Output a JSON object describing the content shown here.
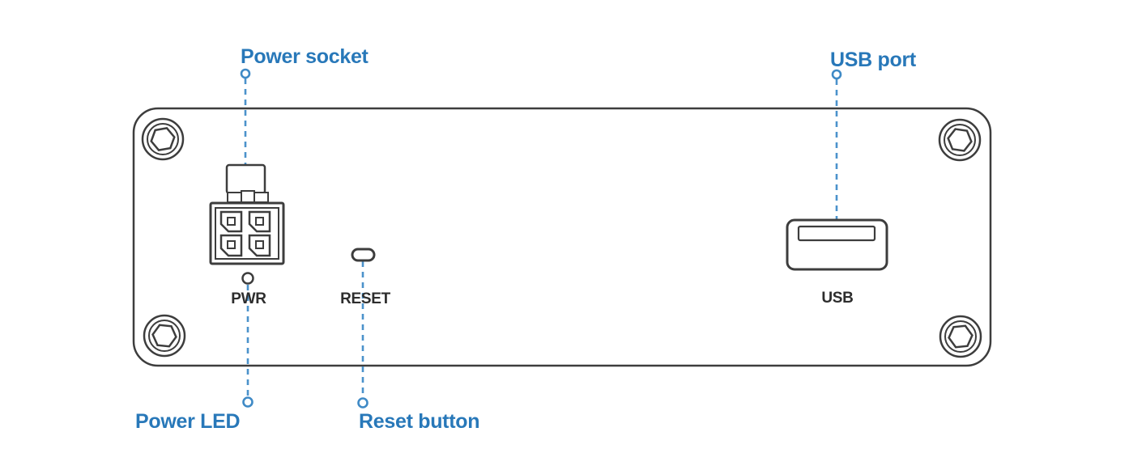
{
  "diagram": {
    "device_view": "back-panel",
    "colors": {
      "callout_blue": "#2878b9",
      "dash_blue": "#4b92cb",
      "outline_dark": "#3d3d3d",
      "port_text_dark": "#2d2d2d",
      "background": "#ffffff"
    },
    "callouts": [
      {
        "id": "power-socket",
        "label": "Power socket",
        "position": "top-left"
      },
      {
        "id": "usb-port",
        "label": "USB port",
        "position": "top-right"
      },
      {
        "id": "power-led",
        "label": "Power LED",
        "position": "bottom-left"
      },
      {
        "id": "reset-button",
        "label": "Reset button",
        "position": "bottom-middle"
      }
    ],
    "ports": [
      {
        "id": "pwr",
        "label": "PWR"
      },
      {
        "id": "reset",
        "label": "RESET"
      },
      {
        "id": "usb",
        "label": "USB"
      }
    ]
  }
}
